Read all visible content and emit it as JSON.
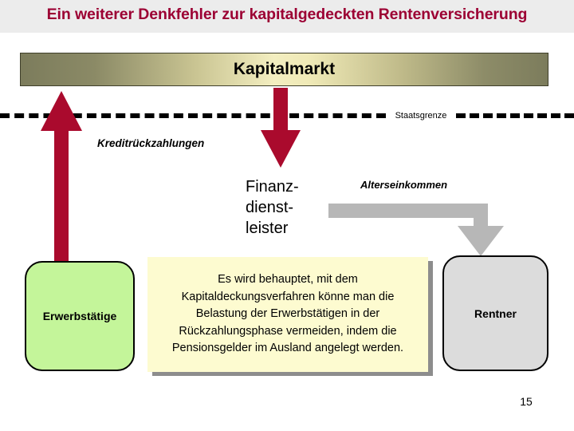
{
  "slide": {
    "header_title": "Ein weiterer Denkfehler zur kapitalgedeckten Rentenversicherung",
    "page_number": "15",
    "banner": {
      "label": "Kapitalmarkt"
    },
    "border": {
      "label": "Staatsgrenze"
    },
    "flows": {
      "credit_repayments_label": "Kreditrückzahlungen",
      "old_age_income_label": "Alterseinkommen"
    },
    "actors": {
      "financial_services_line1": "Finanz-",
      "financial_services_line2": "dienst-",
      "financial_services_line3": "leister",
      "workers": "Erwerbstätige",
      "pensioners": "Rentner"
    },
    "callout": {
      "text": "Es wird behauptet, mit dem Kapitaldeckungsverfahren könne man die Belastung der Erwerbstätigen in der Rückzahlungsphase vermeiden, indem die Pensionsgelder im Ausland angelegt werden."
    },
    "colors": {
      "header_band": "#ececec",
      "title_text": "#9c0033",
      "red_arrow": "#aa0a2d",
      "gray_arrow": "#b7b7b7",
      "workers_box": "#c4f59a",
      "pensioners_box": "#dcdcdc",
      "callout_bg": "#fdfbd0",
      "callout_shadow": "#8d8d8d"
    }
  }
}
